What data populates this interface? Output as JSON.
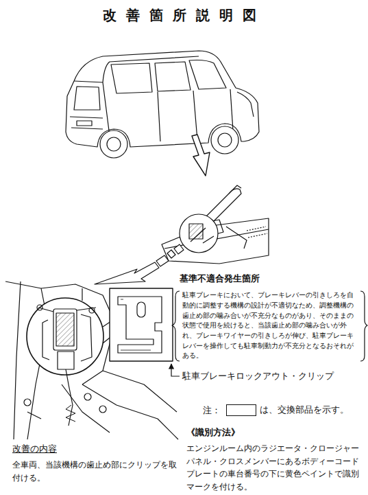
{
  "diagram": {
    "title": "改善箇所説明図",
    "nodes": [
      {
        "text": [
          "基準不適合発生箇所",
          "駐車ブレーキにおいて、ブレーキレバーの引きしろを自動的に調整する機構の設計が不適切なため、調整機構の歯止め部の噛み合いが不充分なものがあり、そのままの状態で使用を続けると、当該歯止め部の噛み合いが外れ、ブレーキワイヤーの引きしろが伸び、駐車ブレーキレバーを操作しても駐車制動力が不充分となるおそれがある。"
        ]
      }
    ],
    "labels": [
      "駐車ブレーキロックアウト・クリップ",
      "注：",
      "《識別方法》",
      "エンジンルーム内のラジエータ・クロージャーパネル・クロスメンバーにあるボディーコードプレートの車台番号の下に黄色ペイントで識別マークを付ける。",
      "改善の内容",
      "全車両、当該機構の歯止め部にクリップを取付ける。"
    ],
    "legend": [
      {
        "text": "は、交換部品を示す。"
      }
    ]
  }
}
